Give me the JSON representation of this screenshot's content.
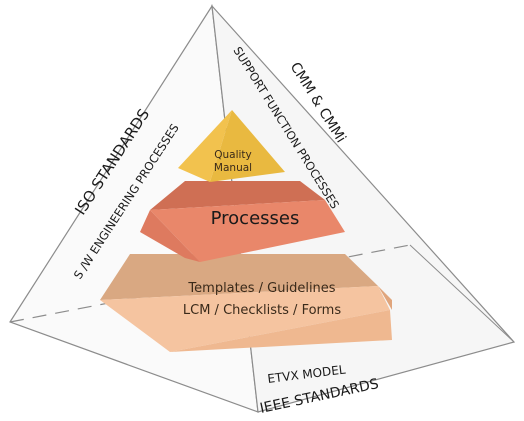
{
  "pyramid": {
    "top_label": "Quality Manual",
    "top_label_line1": "Quality",
    "top_label_line2": "Manual",
    "middle_label": "Processes",
    "bottom_line1": "Templates / Guidelines",
    "bottom_line2": "LCM / Checklists / Forms"
  },
  "faces": {
    "left_outer": "ISO STANDARDS",
    "left_inner": "S /W ENGINEERING PROCESSES",
    "right_outer": "CMM & CMMi",
    "right_inner": "SUPPORT FUNCTION PROCESSES",
    "base_inner": "ETVX MODEL",
    "base_outer": "IEEE STANDARDS"
  },
  "colors": {
    "top_tier": "#f2c24e",
    "middle_tier": "#e9876a",
    "bottom_tier": "#f5c4a0",
    "outline": "#8c8c8c"
  }
}
